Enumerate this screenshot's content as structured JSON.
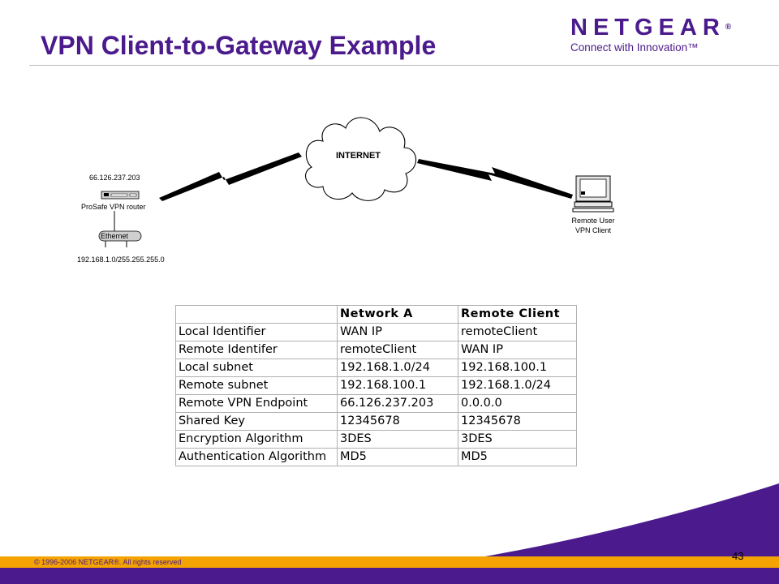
{
  "slide": {
    "title": "VPN Client-to-Gateway Example",
    "page_number": "43",
    "copyright": "© 1996-2006 NETGEAR®. All rights reserved"
  },
  "logo": {
    "brand": "NETGEAR",
    "reg_mark": "®",
    "tagline": "Connect with Innovation™"
  },
  "diagram": {
    "cloud_label": "INTERNET",
    "router_ip": "66.126.237.203",
    "router_label": "ProSafe VPN router",
    "ethernet_label": "Ethernet",
    "lan_subnet": "192.168.1.0/255.255.255.0",
    "client_label_line1": "Remote User",
    "client_label_line2": "VPN Client"
  },
  "table": {
    "headers": [
      "",
      "Network A",
      "Remote Client"
    ],
    "rows": [
      [
        "Local Identifier",
        "WAN IP",
        "remoteClient"
      ],
      [
        "Remote Identifer",
        "remoteClient",
        "WAN IP"
      ],
      [
        "Local subnet",
        "192.168.1.0/24",
        "192.168.100.1"
      ],
      [
        "Remote subnet",
        "192.168.100.1",
        "192.168.1.0/24"
      ],
      [
        "Remote VPN Endpoint",
        "66.126.237.203",
        "0.0.0.0"
      ],
      [
        "Shared Key",
        "12345678",
        "12345678"
      ],
      [
        "Encryption Algorithm",
        "3DES",
        "3DES"
      ],
      [
        "Authentication Algorithm",
        "MD5",
        "MD5"
      ]
    ]
  },
  "colors": {
    "brand_purple": "#4b1a8c",
    "accent_gold": "#f5a300"
  }
}
